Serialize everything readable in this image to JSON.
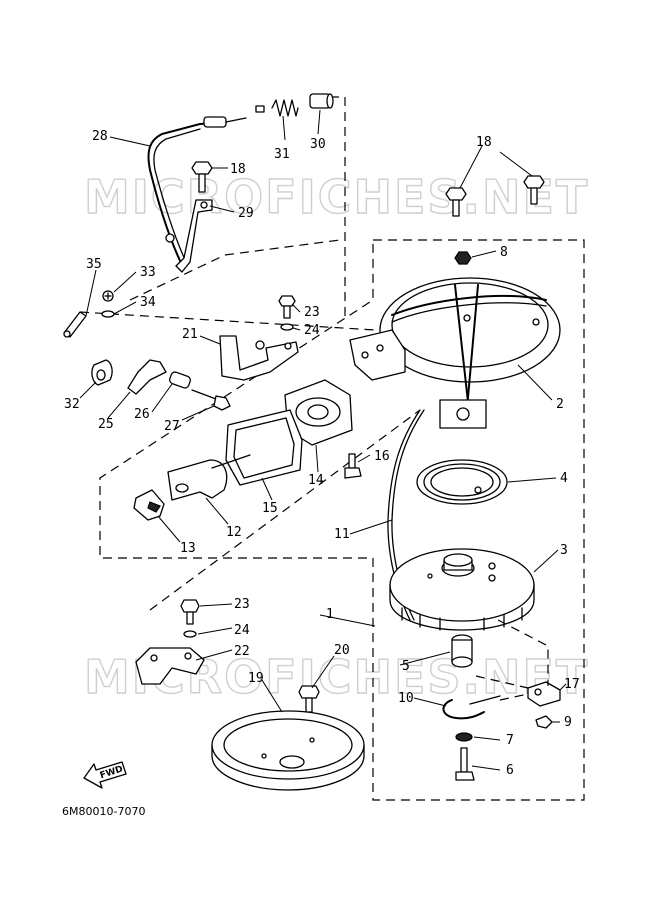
{
  "watermark": "MICROFICHES.NET",
  "diagram_code": "6M80010-7070",
  "fwd_label": "FWD",
  "callouts": [
    {
      "id": "28",
      "label": "28"
    },
    {
      "id": "31",
      "label": "31"
    },
    {
      "id": "30",
      "label": "30"
    },
    {
      "id": "18a",
      "label": "18"
    },
    {
      "id": "18b",
      "label": "18"
    },
    {
      "id": "29",
      "label": "29"
    },
    {
      "id": "8",
      "label": "8"
    },
    {
      "id": "35",
      "label": "35"
    },
    {
      "id": "33",
      "label": "33"
    },
    {
      "id": "34",
      "label": "34"
    },
    {
      "id": "23a",
      "label": "23"
    },
    {
      "id": "24a",
      "label": "24"
    },
    {
      "id": "21",
      "label": "21"
    },
    {
      "id": "2",
      "label": "2"
    },
    {
      "id": "32",
      "label": "32"
    },
    {
      "id": "25",
      "label": "25"
    },
    {
      "id": "26",
      "label": "26"
    },
    {
      "id": "27",
      "label": "27"
    },
    {
      "id": "16",
      "label": "16"
    },
    {
      "id": "4",
      "label": "4"
    },
    {
      "id": "14",
      "label": "14"
    },
    {
      "id": "15",
      "label": "15"
    },
    {
      "id": "12",
      "label": "12"
    },
    {
      "id": "13",
      "label": "13"
    },
    {
      "id": "11",
      "label": "11"
    },
    {
      "id": "3",
      "label": "3"
    },
    {
      "id": "1",
      "label": "1"
    },
    {
      "id": "23b",
      "label": "23"
    },
    {
      "id": "24b",
      "label": "24"
    },
    {
      "id": "22",
      "label": "22"
    },
    {
      "id": "20",
      "label": "20"
    },
    {
      "id": "5",
      "label": "5"
    },
    {
      "id": "19",
      "label": "19"
    },
    {
      "id": "17",
      "label": "17"
    },
    {
      "id": "10",
      "label": "10"
    },
    {
      "id": "9",
      "label": "9"
    },
    {
      "id": "7",
      "label": "7"
    },
    {
      "id": "6",
      "label": "6"
    }
  ]
}
